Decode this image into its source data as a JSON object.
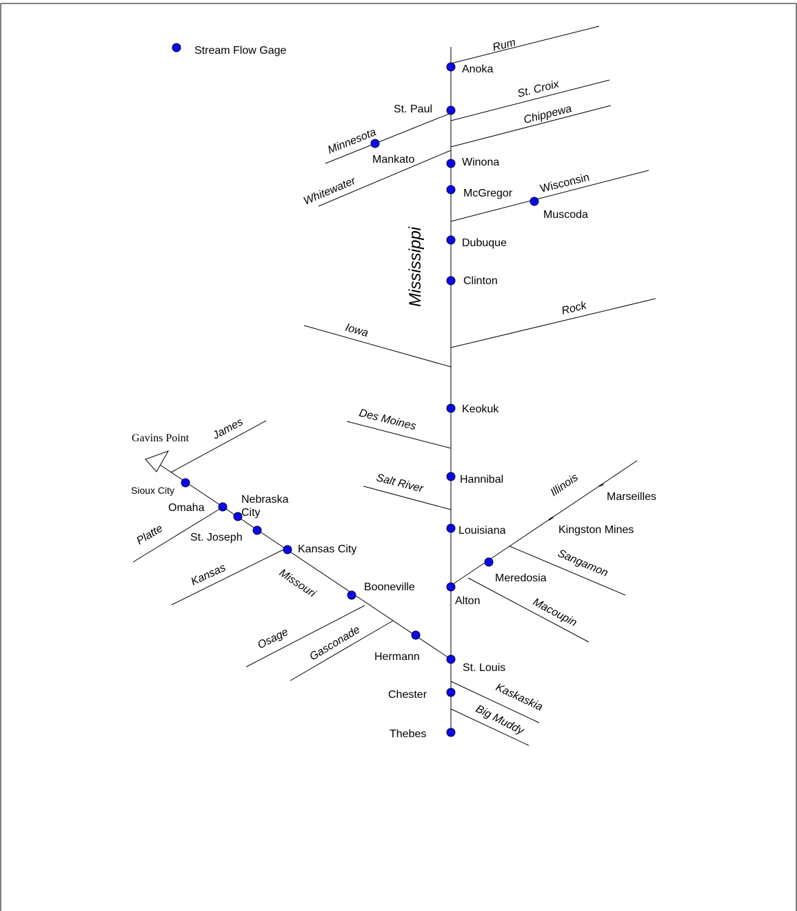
{
  "legend": {
    "label": "Stream Flow Gage",
    "marker_color": "#0a0ae6"
  },
  "outlet": {
    "label": "Gavins Point"
  },
  "rivers": {
    "mississippi": "Mississippi",
    "rum": "Rum",
    "st_croix": "St. Croix",
    "chippewa": "Chippewa",
    "minnesota": "Minnesota",
    "whitewater": "Whitewater",
    "wisconsin": "Wisconsin",
    "rock": "Rock",
    "iowa": "Iowa",
    "des_moines": "Des Moines",
    "salt_river": "Salt River",
    "illinois": "Illinois",
    "sangamon": "Sangamon",
    "macoupin": "Macoupin",
    "kaskaskia": "Kaskaskia",
    "big_muddy": "Big Muddy",
    "james": "James",
    "platte": "Platte",
    "kansas": "Kansas",
    "missouri": "Missouri",
    "osage": "Osage",
    "gasconade": "Gasconade"
  },
  "gages": {
    "anoka": "Anoka",
    "st_paul": "St. Paul",
    "mankato": "Mankato",
    "winona": "Winona",
    "mcgregor": "McGregor",
    "muscoda": "Muscoda",
    "dubuque": "Dubuque",
    "clinton": "Clinton",
    "keokuk": "Keokuk",
    "hannibal": "Hannibal",
    "louisiana": "Louisiana",
    "alton": "Alton",
    "meredosia": "Meredosia",
    "kingston_mines": "Kingston Mines",
    "marseilles": "Marseilles",
    "st_louis": "St. Louis",
    "chester": "Chester",
    "thebes": "Thebes",
    "sioux_city": "Sioux City",
    "omaha": "Omaha",
    "nebraska_city_line1": "Nebraska",
    "nebraska_city_line2": "City",
    "st_joseph": "St. Joseph",
    "kansas_city": "Kansas City",
    "booneville": "Booneville",
    "hermann": "Hermann"
  }
}
